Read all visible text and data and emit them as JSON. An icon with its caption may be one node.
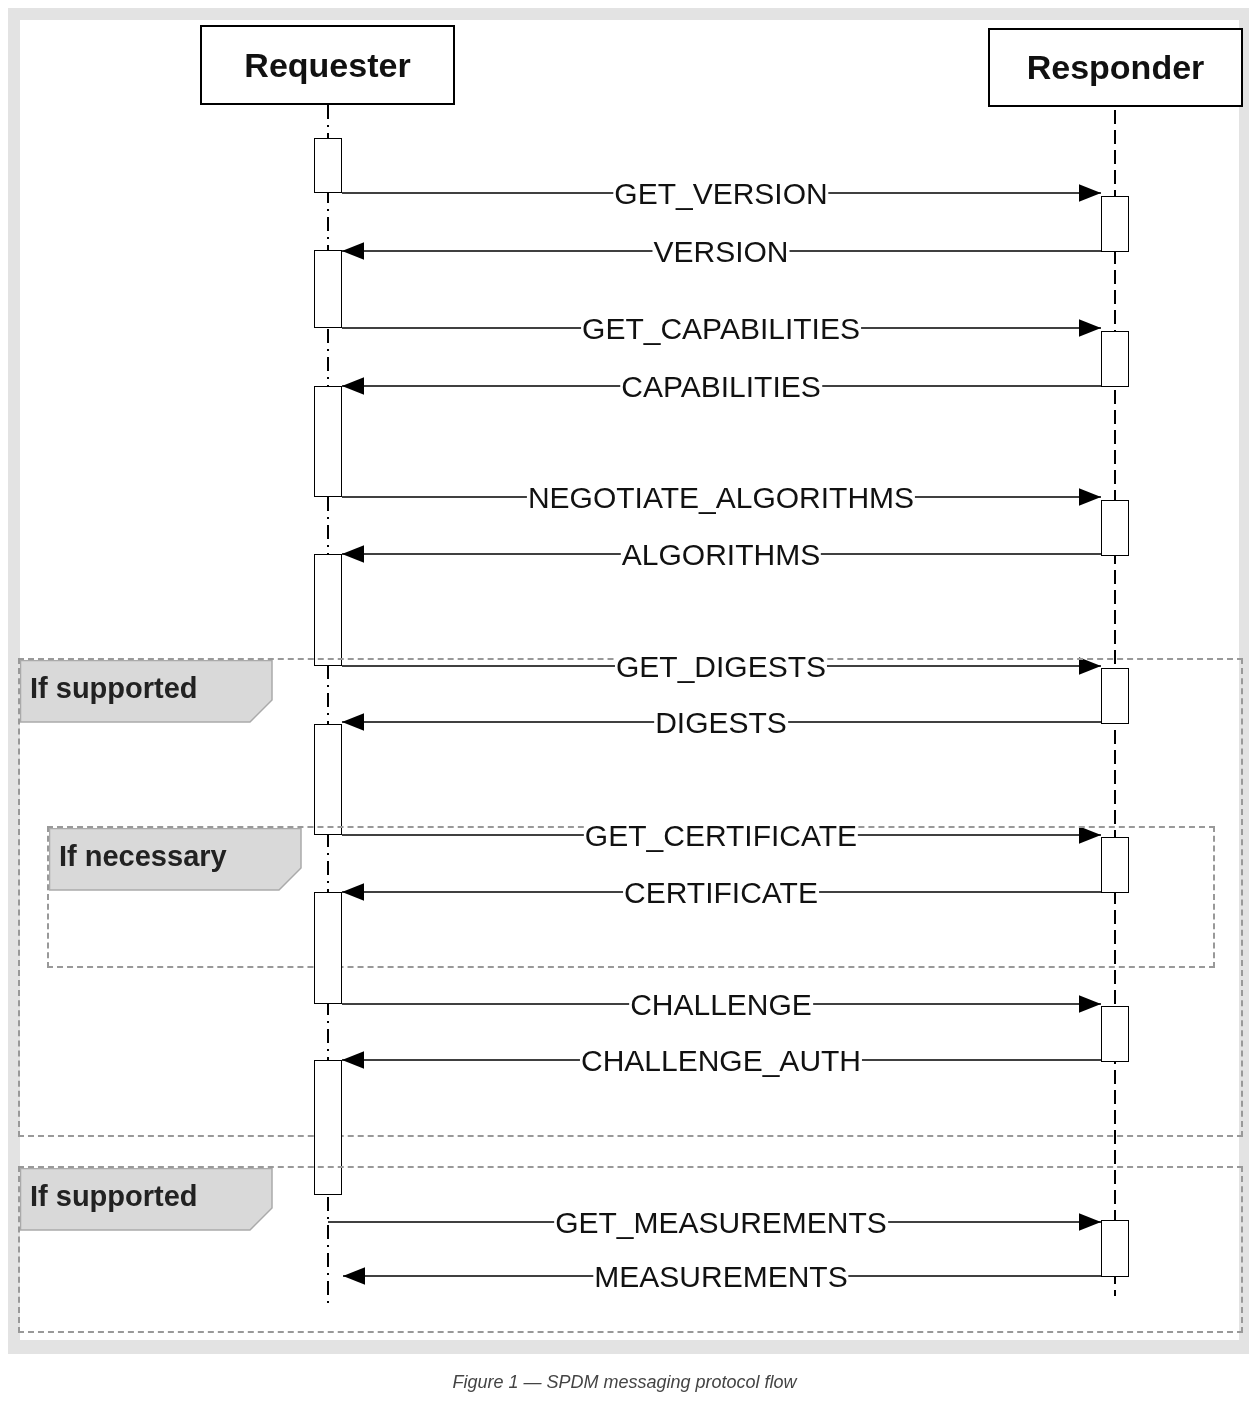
{
  "diagram": {
    "caption": "Figure 1 — SPDM messaging protocol flow",
    "nodes": [
      {
        "text": [
          "Requester"
        ]
      },
      {
        "text": [
          "Responder"
        ]
      },
      {
        "text": [],
        "shape": "box"
      },
      {
        "text": [],
        "shape": "box"
      },
      {
        "text": [],
        "shape": "box"
      },
      {
        "text": [],
        "shape": "box"
      },
      {
        "text": [],
        "shape": "box"
      },
      {
        "text": [],
        "shape": "box"
      },
      {
        "text": [],
        "shape": "box"
      },
      {
        "text": [
          "If supported"
        ]
      },
      {
        "text": [],
        "shape": "box",
        "in": 9
      },
      {
        "text": [],
        "shape": "box",
        "in": 9
      },
      {
        "text": [
          "If necessary"
        ],
        "in": 9
      },
      {
        "text": [],
        "shape": "box",
        "in": 12
      },
      {
        "text": [],
        "shape": "box",
        "in": 9
      },
      {
        "text": [],
        "shape": "box",
        "in": 9
      },
      {
        "text": [],
        "shape": "box"
      },
      {
        "text": [
          "If supported"
        ]
      },
      {
        "text": [],
        "shape": "box",
        "in": 17
      }
    ],
    "edges": [
      {
        "from": 2,
        "to": 3,
        "arrow": "to",
        "label": "GET_VERSION"
      },
      {
        "from": 3,
        "to": 4,
        "arrow": "to",
        "label": "VERSION"
      },
      {
        "from": 4,
        "to": 5,
        "arrow": "to",
        "label": "GET_CAPABILITIES"
      },
      {
        "from": 5,
        "to": 6,
        "arrow": "to",
        "label": "CAPABILITIES"
      },
      {
        "from": 6,
        "to": 7,
        "arrow": "to",
        "label": "NEGOTIATE_ALGORITHMS"
      },
      {
        "from": 7,
        "to": 8,
        "arrow": "to",
        "label": "ALGORITHMS"
      },
      {
        "from": 8,
        "to": 10,
        "arrow": "to",
        "label": "GET_DIGESTS"
      },
      {
        "from": 10,
        "to": 11,
        "arrow": "to",
        "label": "DIGESTS"
      },
      {
        "from": 11,
        "to": 13,
        "arrow": "to",
        "label": "GET_CERTIFICATE"
      },
      {
        "from": 13,
        "to": 14,
        "arrow": "to",
        "label": "CERTIFICATE"
      },
      {
        "from": 14,
        "to": 15,
        "arrow": "to",
        "label": "CHALLENGE"
      },
      {
        "from": 15,
        "to": 16,
        "arrow": "to",
        "label": "CHALLENGE_AUTH"
      },
      {
        "from": null,
        "to": 18,
        "arrow": "to",
        "label": "GET_MEASUREMENTS"
      },
      {
        "from": 18,
        "to": null,
        "arrow": "to",
        "label": "MEASUREMENTS"
      }
    ]
  }
}
